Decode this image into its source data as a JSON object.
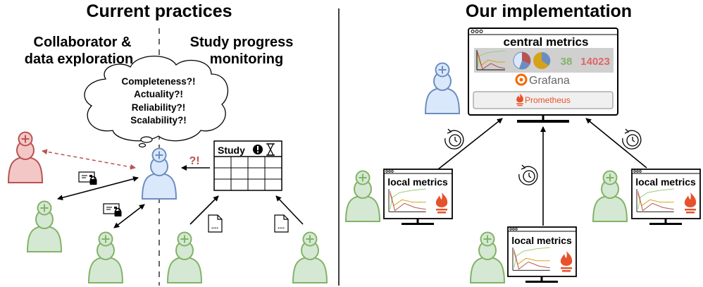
{
  "left": {
    "title": "Current practices",
    "col1_heading": [
      "Collaborator &",
      "data exploration"
    ],
    "col2_heading": [
      "Study progress",
      "monitoring"
    ],
    "thought_bubble": [
      "Completeness?!",
      "Actuality?!",
      "Reliability?!",
      "Scalability?!"
    ],
    "study_table_label": "Study",
    "question_mark_label": "?!",
    "document_glyph": "...."
  },
  "right": {
    "title": "Our implementation",
    "central_panel": {
      "title": "central metrics",
      "stat_a": "38",
      "stat_b": "14023",
      "grafana_label": "Grafana",
      "prometheus_label": "Prometheus"
    },
    "local_panel_label": "local metrics"
  },
  "colors": {
    "red_person_fill": "#f4c7c7",
    "red_person_stroke": "#b85450",
    "green_person_fill": "#d5e8d4",
    "green_person_stroke": "#82b366",
    "blue_person_fill": "#dae8fc",
    "blue_person_stroke": "#6c8ebf",
    "stat_a_color": "#82b366",
    "stat_b_color": "#e06666",
    "grafana_color": "#f46800",
    "prometheus_color": "#e6522c"
  },
  "icons": [
    "person-icon",
    "envelope-lock-icon",
    "document-icon",
    "clock-refresh-icon",
    "prometheus-flame-icon",
    "grafana-logo-icon",
    "exclamation-icon",
    "hourglass-icon"
  ]
}
